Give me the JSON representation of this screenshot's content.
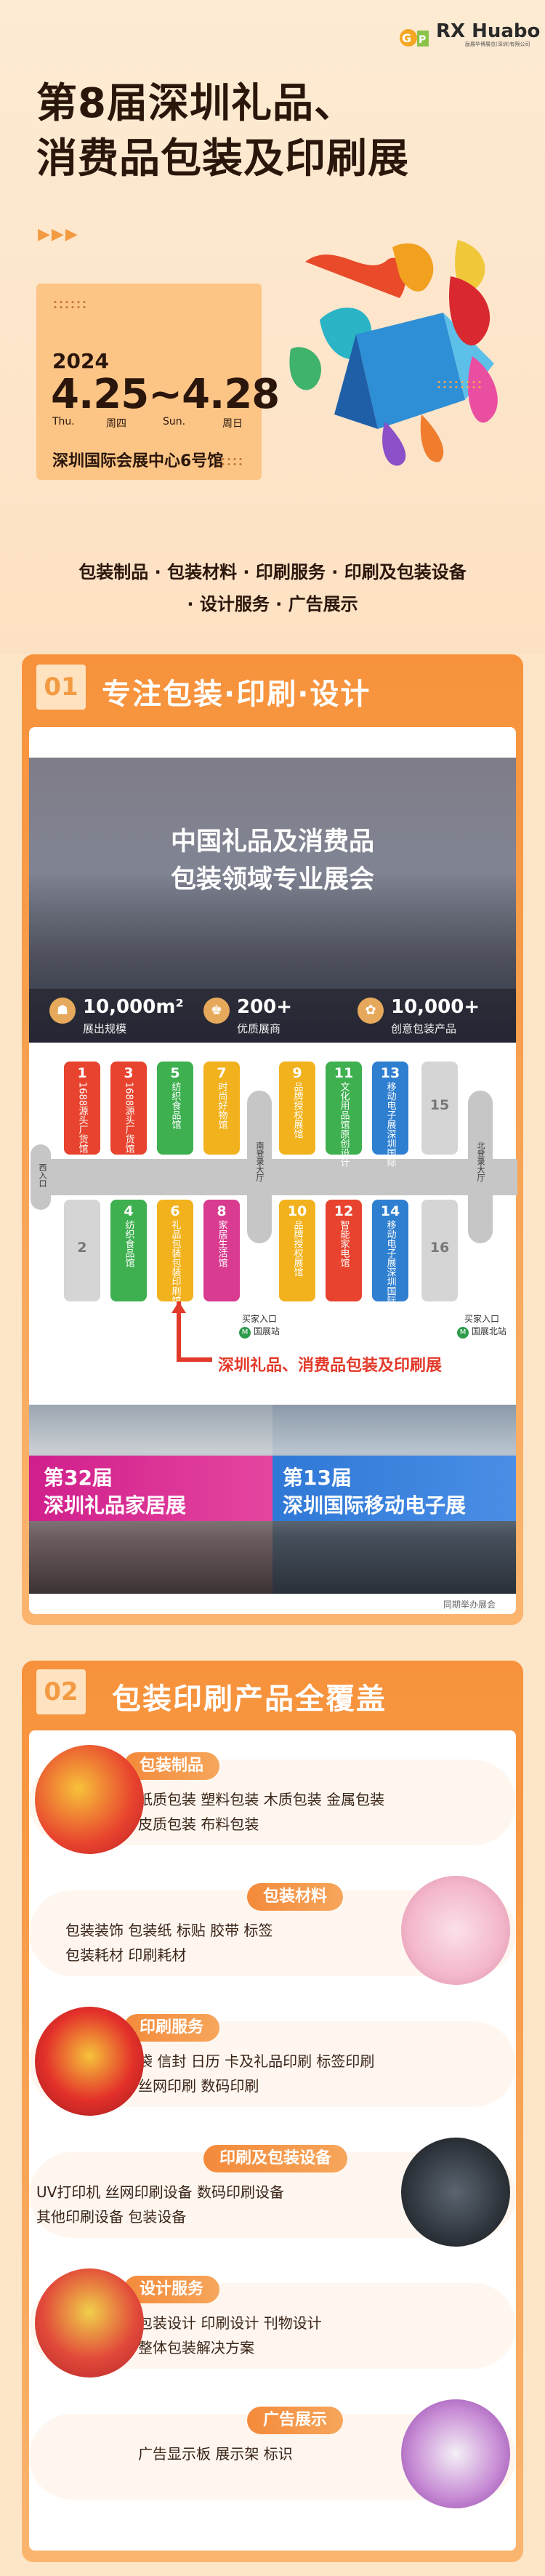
{
  "header": {
    "logo_text": "RX Huabo",
    "logo_sub": "励展华博展览(深圳)有限公司",
    "title_line1": "第8届深圳礼品、",
    "title_line2": "消费品包装及印刷展",
    "arrows": "▶▶▶"
  },
  "date": {
    "year": "2024",
    "range": "4.25~4.28",
    "thu_en": "Thu.",
    "thu_cn": "周四",
    "sun_en": "Sun.",
    "sun_cn": "周日",
    "venue": "深圳国际会展中心6号馆"
  },
  "categories": {
    "line1": "包装制品 · 包装材料 · 印刷服务 · 印刷及包装设备",
    "line2": "· 设计服务 · 广告展示"
  },
  "section1": {
    "num": "01",
    "title": "专注包装·印刷·设计",
    "banner_line1": "中国礼品及消费品",
    "banner_line2": "包装领域专业展会",
    "stats": [
      {
        "value": "10,000m²",
        "label": "展出规模"
      },
      {
        "value": "200+",
        "label": "优质展商"
      },
      {
        "value": "10,000+",
        "label": "创意包装产品"
      }
    ],
    "plan": {
      "west_entry": "西入口",
      "south_hall": "南登录大厅",
      "north_hall": "北登录大厅",
      "exit_west": "买家入口",
      "exit_west_sub": "国展站",
      "exit_east": "买家入口",
      "exit_east_sub": "国展北站",
      "caption": "深圳礼品、消费品包装及印刷展",
      "top_halls": [
        {
          "num": "1",
          "text": "1688源头厂货馆",
          "color": "#e8432e"
        },
        {
          "num": "3",
          "text": "1688源头厂货馆",
          "color": "#e8432e"
        },
        {
          "num": "5",
          "text": "纺织食品馆",
          "color": "#3eb050"
        },
        {
          "num": "7",
          "text": "时尚好物馆",
          "color": "#f2b21d"
        },
        {
          "num": "9",
          "text": "品牌授权展馆",
          "color": "#f2b21d"
        },
        {
          "num": "11",
          "text": "文化用品馆原创设计",
          "color": "#3eb050"
        },
        {
          "num": "13",
          "text": "移动电子展深圳国际",
          "color": "#2f7fd0"
        },
        {
          "num": "15",
          "text": "",
          "color": "#d5d5d5"
        }
      ],
      "bottom_halls": [
        {
          "num": "2",
          "text": "",
          "color": "#d5d5d5"
        },
        {
          "num": "4",
          "text": "纺织食品馆",
          "color": "#3eb050"
        },
        {
          "num": "6",
          "text": "礼品包装包装印刷馆",
          "color": "#f2b21d"
        },
        {
          "num": "8",
          "text": "家居生活馆",
          "color": "#d83b8f"
        },
        {
          "num": "10",
          "text": "品牌授权展馆",
          "color": "#f2b21d"
        },
        {
          "num": "12",
          "text": "智能家电馆",
          "color": "#e8432e"
        },
        {
          "num": "14",
          "text": "移动电子展深圳国际",
          "color": "#2f7fd0"
        },
        {
          "num": "16",
          "text": "",
          "color": "#d5d5d5"
        }
      ]
    },
    "photo_left": {
      "line1": "第32届",
      "line2": "深圳礼品家居展"
    },
    "photo_right": {
      "line1": "第13届",
      "line2": "深圳国际移动电子展"
    },
    "credit": "同期举办展会"
  },
  "section2": {
    "num": "02",
    "title": "包装印刷产品全覆盖",
    "cards": [
      {
        "tag": "包装制品",
        "line1": "纸质包装  塑料包装  木质包装  金属包装",
        "line2": "皮质包装  布料包装"
      },
      {
        "tag": "包装材料",
        "line1": "包装装饰  包装纸  标贴  胶带  标签",
        "line2": "包装耗材  印刷耗材"
      },
      {
        "tag": "印刷服务",
        "line1": "袋  信封  日历  卡及礼品印刷  标签印刷",
        "line2": "丝网印刷  数码印刷"
      },
      {
        "tag": "印刷及包装设备",
        "line1": "UV打印机  丝网印刷设备  数码印刷设备",
        "line2": "其他印刷设备  包装设备"
      },
      {
        "tag": "设计服务",
        "line1": "包装设计  印刷设计  刊物设计",
        "line2": "整体包装解决方案"
      },
      {
        "tag": "广告展示",
        "line1": "广告显示板  展示架  标识",
        "line2": ""
      }
    ]
  }
}
